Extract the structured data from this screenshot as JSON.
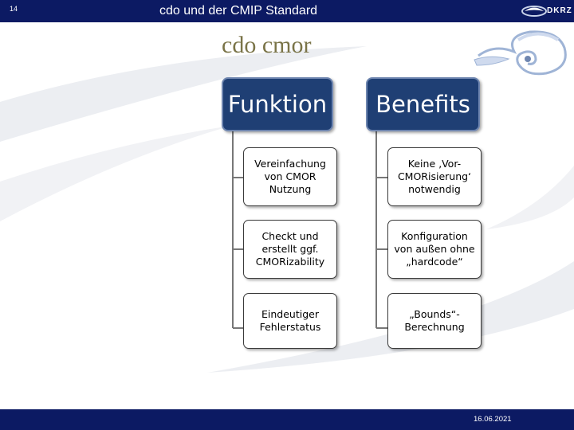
{
  "header": {
    "slide_number": "14",
    "title": "cdo und der CMIP Standard",
    "logo_text": "DKRZ"
  },
  "subtitle": "cdo cmor",
  "columns": [
    {
      "heading": "Funktion",
      "items": [
        "Vereinfachung\nvon CMOR\nNutzung",
        "Checkt und\nerstellt ggf.\nCMORizability",
        "Eindeutiger\nFehlerstatus"
      ]
    },
    {
      "heading": "Benefits",
      "items": [
        "Keine ‚Vor-\nCMORisierung‘\nnotwendig",
        "Konfiguration\nvon außen ohne\n„hardcode“",
        "„Bounds“-\nBerechnung"
      ]
    }
  ],
  "footer": {
    "date": "16.06.2021"
  },
  "colors": {
    "header_bar": "#0c1a63",
    "column_header": "#1f3f74",
    "subtitle": "#7a7448"
  }
}
